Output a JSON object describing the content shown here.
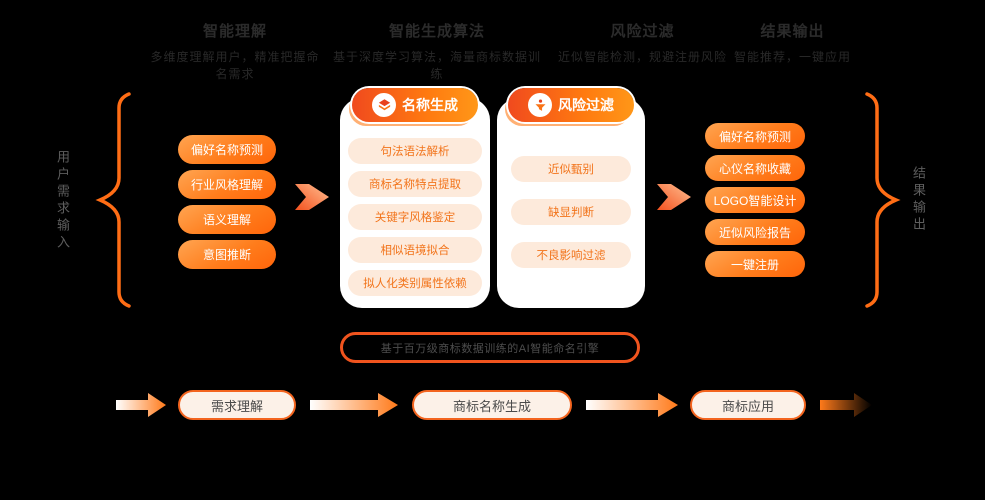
{
  "headers": [
    {
      "title": "智能理解",
      "subtitle": "多维度理解用户，精准把握命名需求"
    },
    {
      "title": "智能生成算法",
      "subtitle": "基于深度学习算法，海量商标数据训练"
    },
    {
      "title": "风险过滤",
      "subtitle": "近似智能检测，规避注册风险"
    },
    {
      "title": "结果输出",
      "subtitle": "智能推荐，一键应用"
    }
  ],
  "left_input": {
    "label": "用户需求输入",
    "items": [
      "偏好名称预测",
      "行业风格理解",
      "语义理解",
      "意图推断"
    ]
  },
  "cards": [
    {
      "title": "名称生成",
      "icon": "layers-icon",
      "items": [
        "句法语法解析",
        "商标名称特点提取",
        "关键字风格鉴定",
        "相似语境拟合",
        "拟人化类别属性依赖"
      ]
    },
    {
      "title": "风险过滤",
      "icon": "filter-icon",
      "items": [
        "近似甄别",
        "缺显判断",
        "不良影响过滤"
      ]
    }
  ],
  "right_output": {
    "label": "结果输出",
    "items": [
      "偏好名称预测",
      "心仪名称收藏",
      "LOGO智能设计",
      "近似风险报告",
      "一键注册"
    ]
  },
  "banner": {
    "text": "基于百万级商标数据训练的AI智能命名引擎"
  },
  "flow": {
    "steps": [
      "需求理解",
      "商标名称生成",
      "商标应用"
    ]
  },
  "colors": {
    "background": "#000000",
    "accent": "#ff6a12",
    "card": "#ffffff",
    "item_pill": "#fdeadb",
    "item_text": "#f2741b",
    "flow_pill": "#fcf1e8"
  }
}
